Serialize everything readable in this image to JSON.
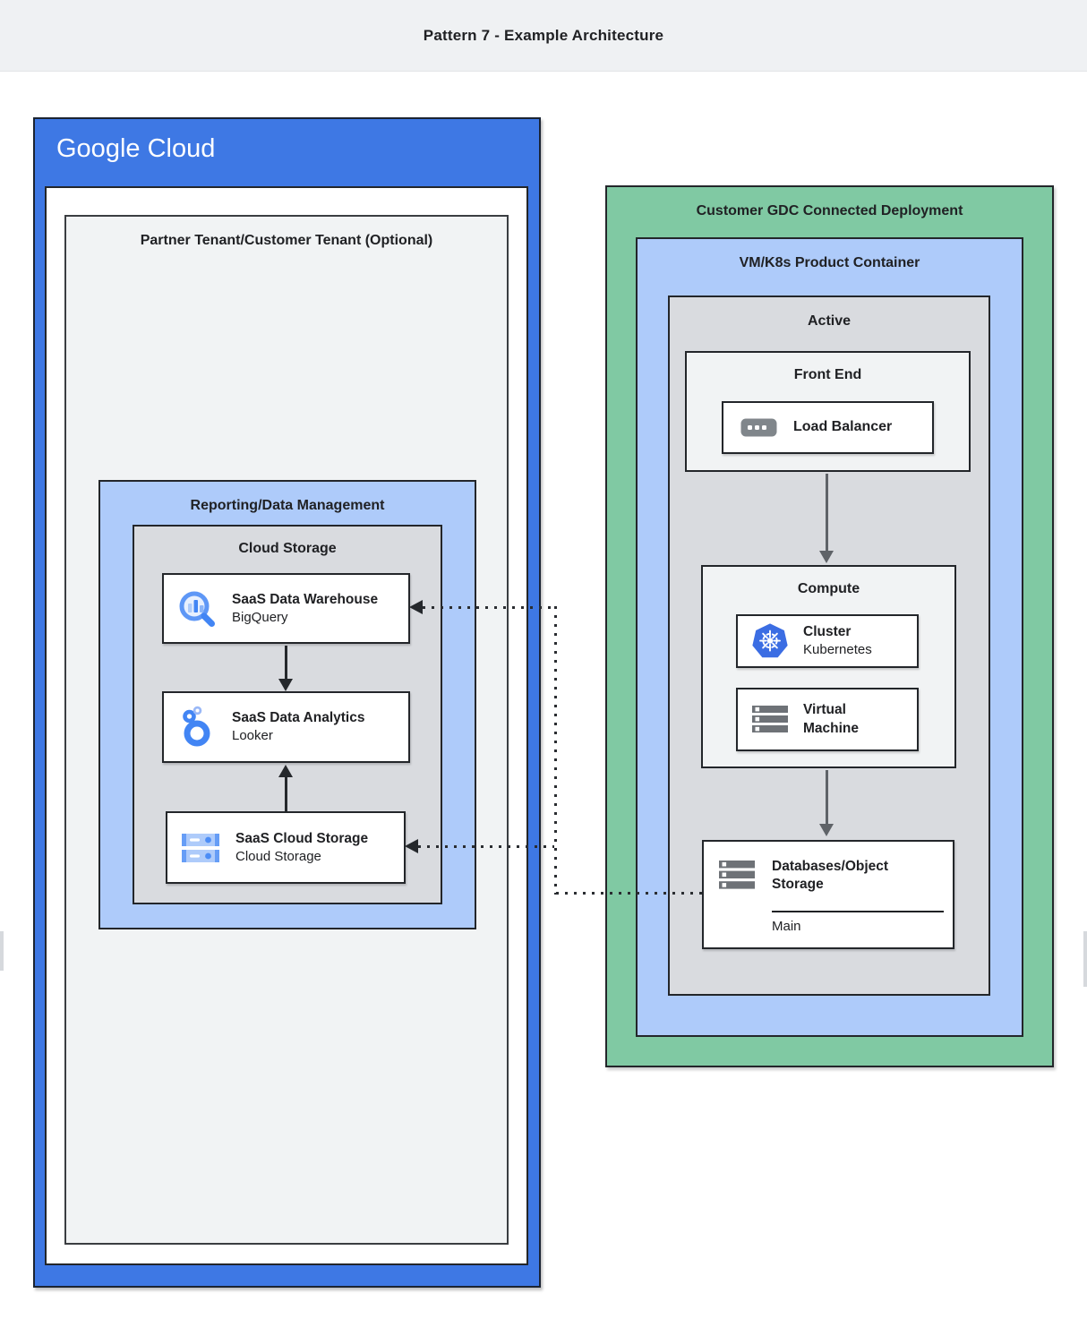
{
  "header": {
    "title": "Pattern 7 - Example Architecture"
  },
  "google_cloud": {
    "logo_text": "Google Cloud",
    "partner_tenant_title": "Partner Tenant/Customer Tenant (Optional)",
    "reporting_title": "Reporting/Data Management",
    "cloud_storage_title": "Cloud Storage",
    "cards": [
      {
        "title": "SaaS Data Warehouse",
        "subtitle": "BigQuery",
        "icon": "bigquery-icon"
      },
      {
        "title": "SaaS Data Analytics",
        "subtitle": "Looker",
        "icon": "looker-icon"
      },
      {
        "title": "SaaS Cloud Storage",
        "subtitle": "Cloud Storage",
        "icon": "cloud-storage-icon"
      }
    ]
  },
  "gdc": {
    "title": "Customer GDC Connected Deployment",
    "vmk8s_title": "VM/K8s Product Container",
    "active_title": "Active",
    "front_end": {
      "title": "Front End",
      "load_balancer": {
        "title": "Load Balancer",
        "icon": "load-balancer-icon"
      }
    },
    "compute": {
      "title": "Compute",
      "cards": [
        {
          "title": "Cluster",
          "subtitle": "Kubernetes",
          "icon": "kubernetes-icon"
        },
        {
          "title": "Virtual Machine",
          "icon": "virtual-machine-icon"
        }
      ]
    },
    "databases": {
      "title": "Databases/Object Storage",
      "section_label": "Main",
      "icon": "database-storage-icon"
    }
  },
  "colors": {
    "google_blue": "#3e78e4",
    "light_blue": "#aecbfa",
    "green": "#80c9a3",
    "container_gray": "#d9dbdf",
    "panel_gray": "#f1f3f4",
    "border_dark": "#202124",
    "arrow_gray": "#5f6368",
    "icon_blue": "#4285f4"
  }
}
